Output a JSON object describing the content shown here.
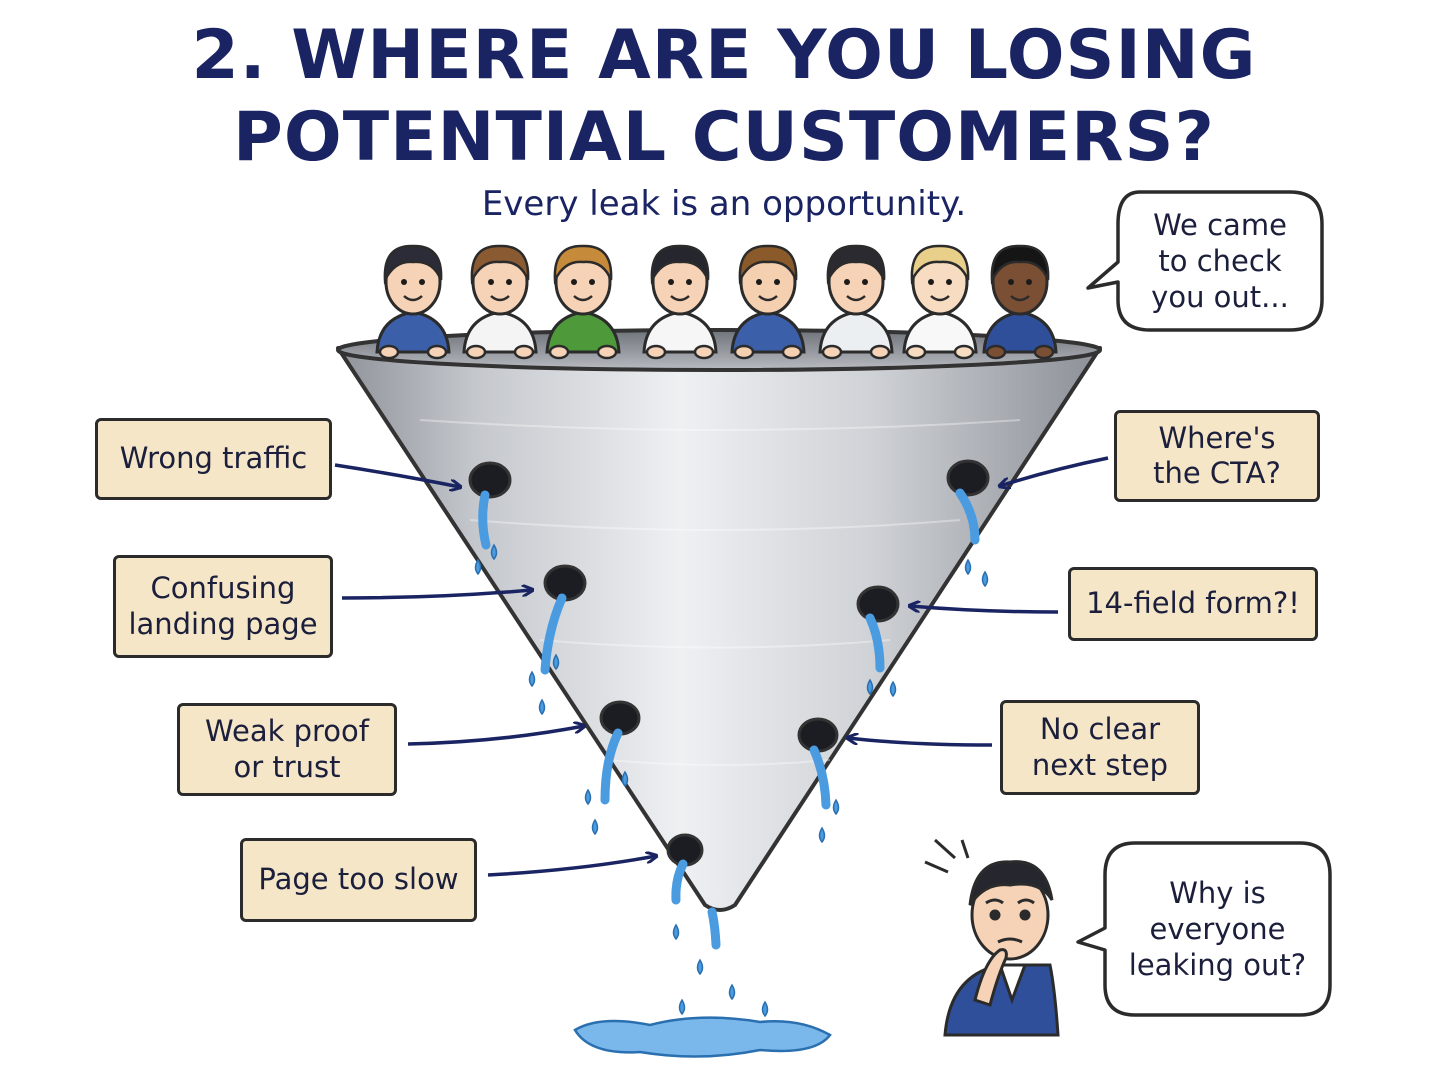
{
  "title_line1": "2. WHERE ARE YOU LOSING",
  "title_line2": "POTENTIAL CUSTOMERS?",
  "subtitle": "Every leak is an opportunity.",
  "speech_top": "We came\nto check\nyou out...",
  "speech_bottom": "Why is\neveryone\nleaking out?",
  "left_labels": [
    "Wrong traffic",
    "Confusing\nlanding page",
    "Weak proof\nor trust",
    "Page too slow"
  ],
  "right_labels": [
    "Where's\nthe CTA?",
    "14-field form?!",
    "No clear\nnext step"
  ],
  "colors": {
    "title": "#1a2463",
    "label_bg": "#f6e6c8",
    "funnel": "#c9ccd1",
    "water": "#4a9be0",
    "arrow": "#1a2463"
  },
  "people_shirts": [
    "#3b5fa8",
    "#f4f4f4",
    "#4e9a3a",
    "#f6f6f6",
    "#3b5fa8",
    "#eceff2",
    "#f8f8f8",
    "#2f4f9a"
  ],
  "people_hair": [
    "#2c2c38",
    "#8a5a32",
    "#c58a3a",
    "#25262e",
    "#8b5a2b",
    "#2a2a30",
    "#e8cf8a",
    "#151515"
  ],
  "people_skin": [
    "#f6d2b6",
    "#f6d2b6",
    "#f6d2b6",
    "#f6d2b6",
    "#f4cfb0",
    "#f6d2b6",
    "#f8dcc2",
    "#7a4f34"
  ]
}
